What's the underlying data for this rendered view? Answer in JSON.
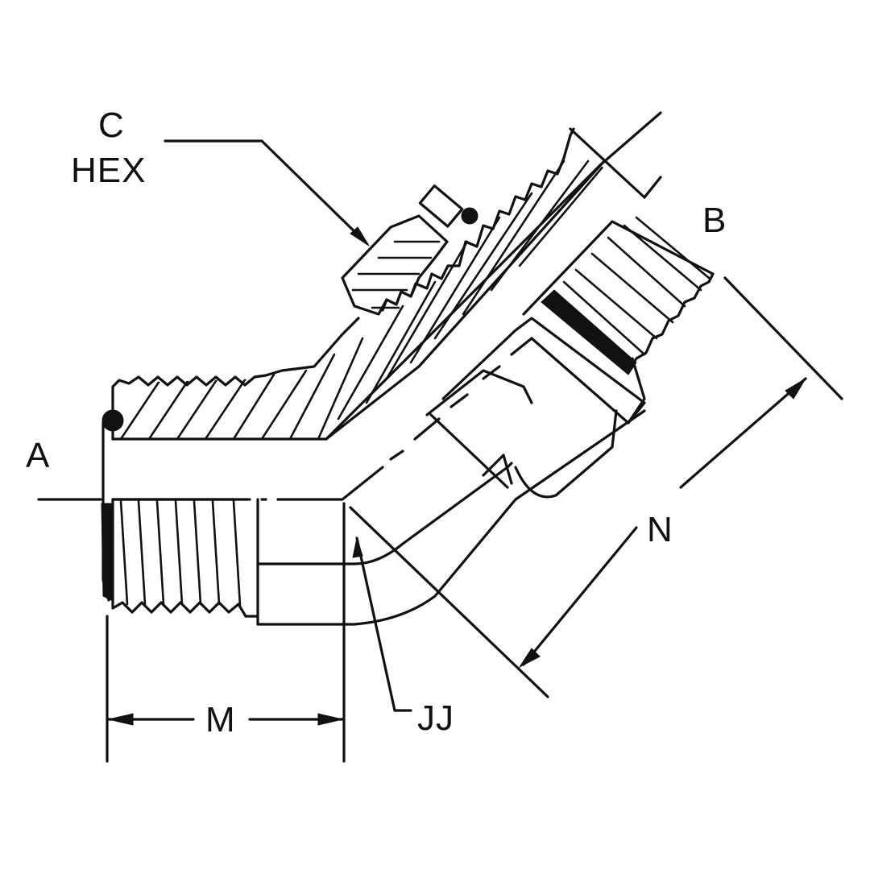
{
  "diagram": {
    "subject": "45 degree elbow fitting cross-section",
    "colors": {
      "line": "#111111",
      "background": "#ffffff"
    },
    "labels": {
      "hex_line1": "C",
      "hex_line2": "HEX",
      "port_a": "A",
      "port_b": "B",
      "dim_m": "M",
      "dim_n": "N",
      "dim_jj": "JJ"
    }
  }
}
